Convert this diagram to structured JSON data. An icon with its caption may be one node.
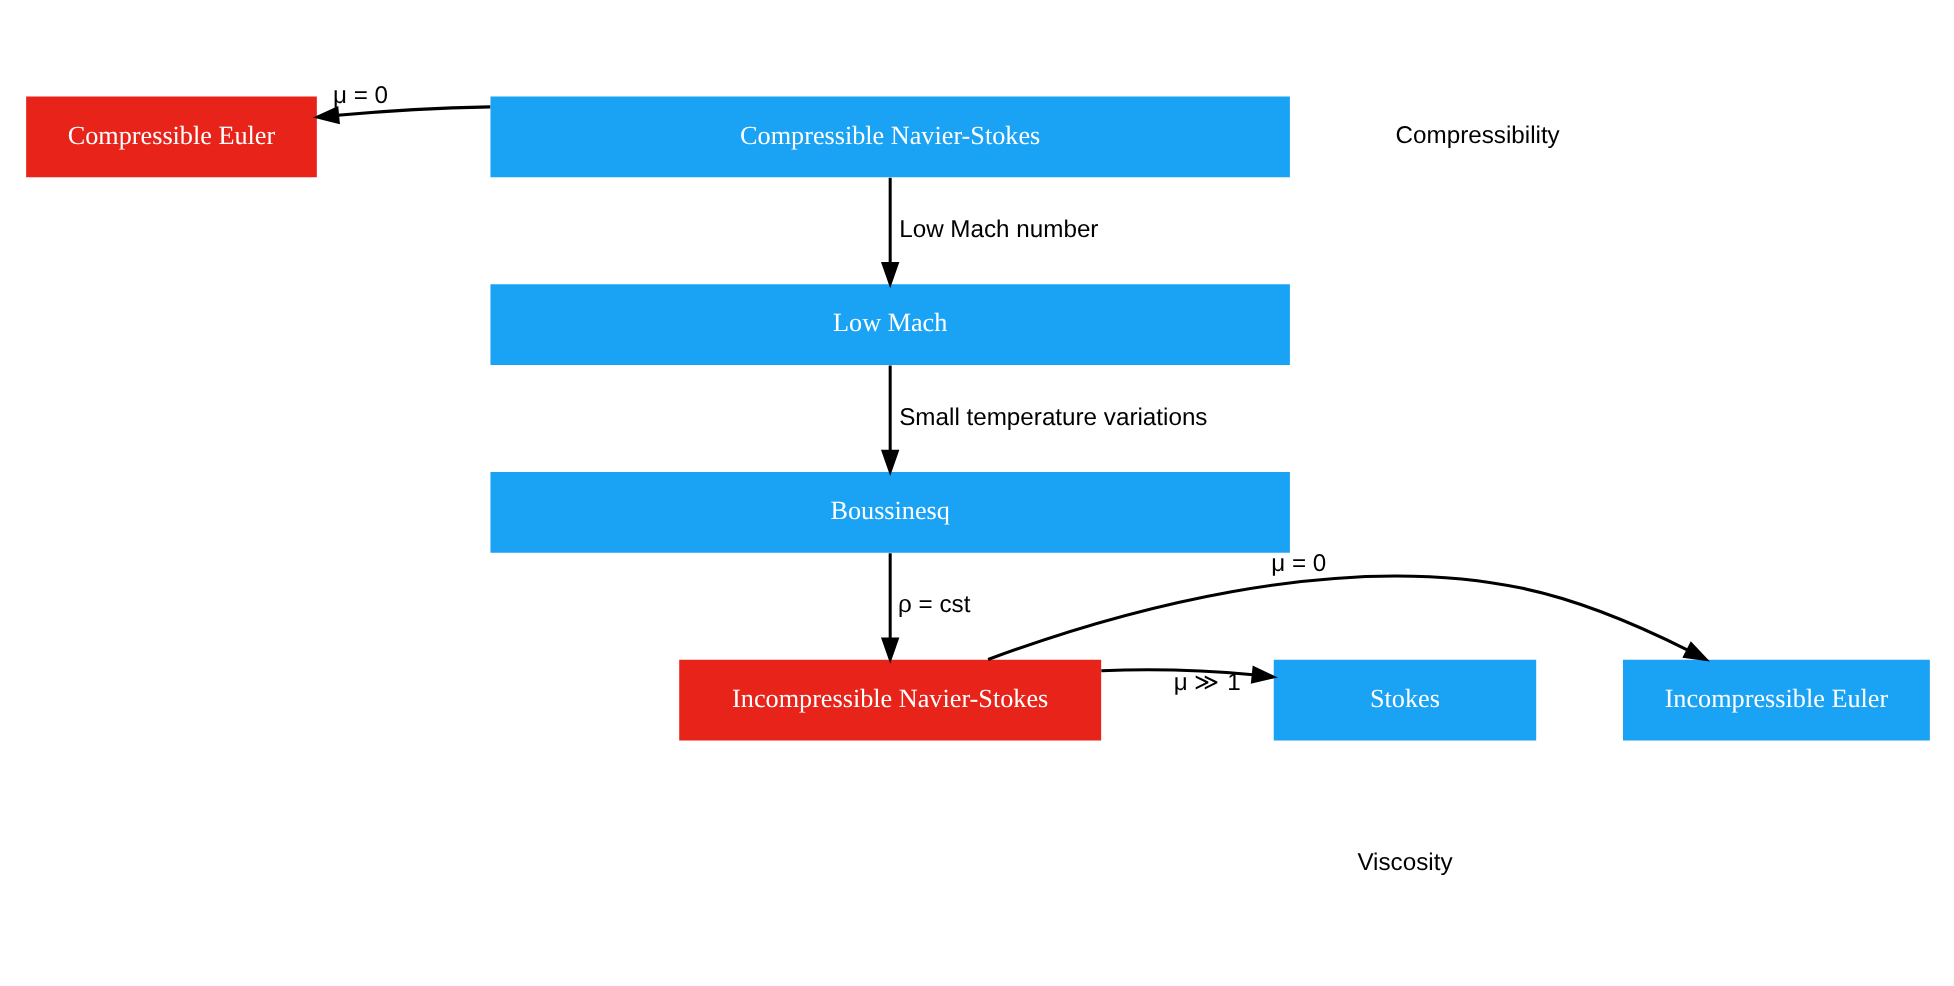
{
  "diagram": {
    "nodes": [
      {
        "text": [
          "Compressible Euler"
        ]
      },
      {
        "text": [
          "Compressible Navier-Stokes"
        ]
      },
      {
        "text": [
          "Low Mach"
        ]
      },
      {
        "text": [
          "Boussinesq"
        ]
      },
      {
        "text": [
          "Incompressible Euler"
        ]
      },
      {
        "text": [
          "Incompressible Navier-Stokes"
        ]
      },
      {
        "text": [
          "Stokes"
        ]
      }
    ],
    "edges": [
      {
        "from": 1,
        "to": 0,
        "arrow": "to",
        "label": "μ = 0"
      },
      {
        "from": 1,
        "to": 2,
        "arrow": "to",
        "label": "Low Mach number"
      },
      {
        "from": 2,
        "to": 3,
        "arrow": "to",
        "label": "Small temperature variations"
      },
      {
        "from": 3,
        "to": 5,
        "arrow": "to",
        "label": "ρ = cst"
      },
      {
        "from": 5,
        "to": 4,
        "arrow": "to",
        "label": "μ = 0"
      },
      {
        "from": 5,
        "to": 6,
        "arrow": "to",
        "label": "μ ≫ 1"
      }
    ],
    "labels": [
      "Compressibility",
      "Viscosity"
    ]
  }
}
